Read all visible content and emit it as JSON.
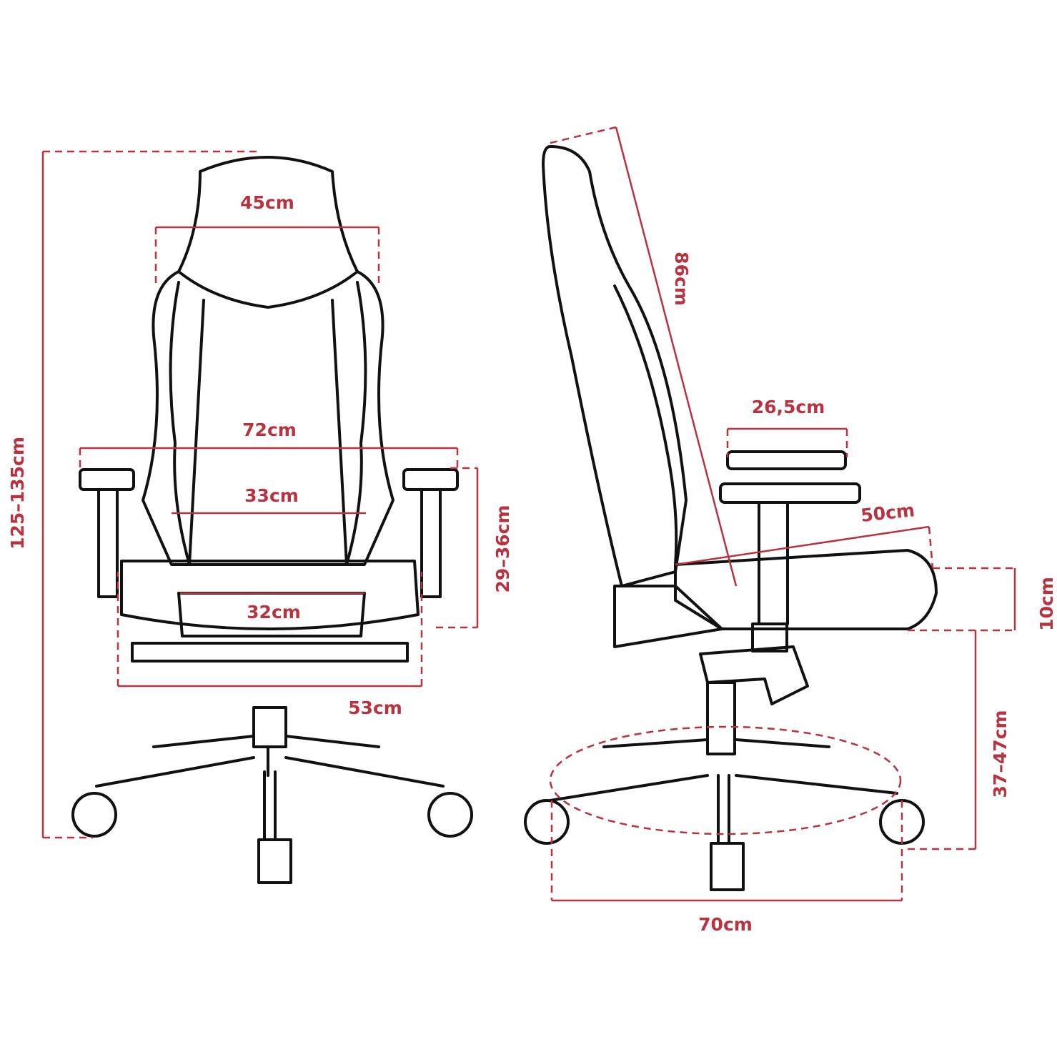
{
  "accent_color": "#b8323f",
  "line_color": "#111111",
  "front_view": {
    "headrest_width": "45cm",
    "armrest_span": "72cm",
    "backrest_width": "33cm",
    "seat_width": "32cm",
    "base_width": "53cm",
    "total_height": "125–135cm",
    "armrest_height": "29–36cm"
  },
  "side_view": {
    "backrest_height": "86cm",
    "armrest_length": "26,5cm",
    "seat_depth": "50cm",
    "seat_thickness": "10cm",
    "seat_height": "37–47cm",
    "base_diameter": "70cm"
  }
}
